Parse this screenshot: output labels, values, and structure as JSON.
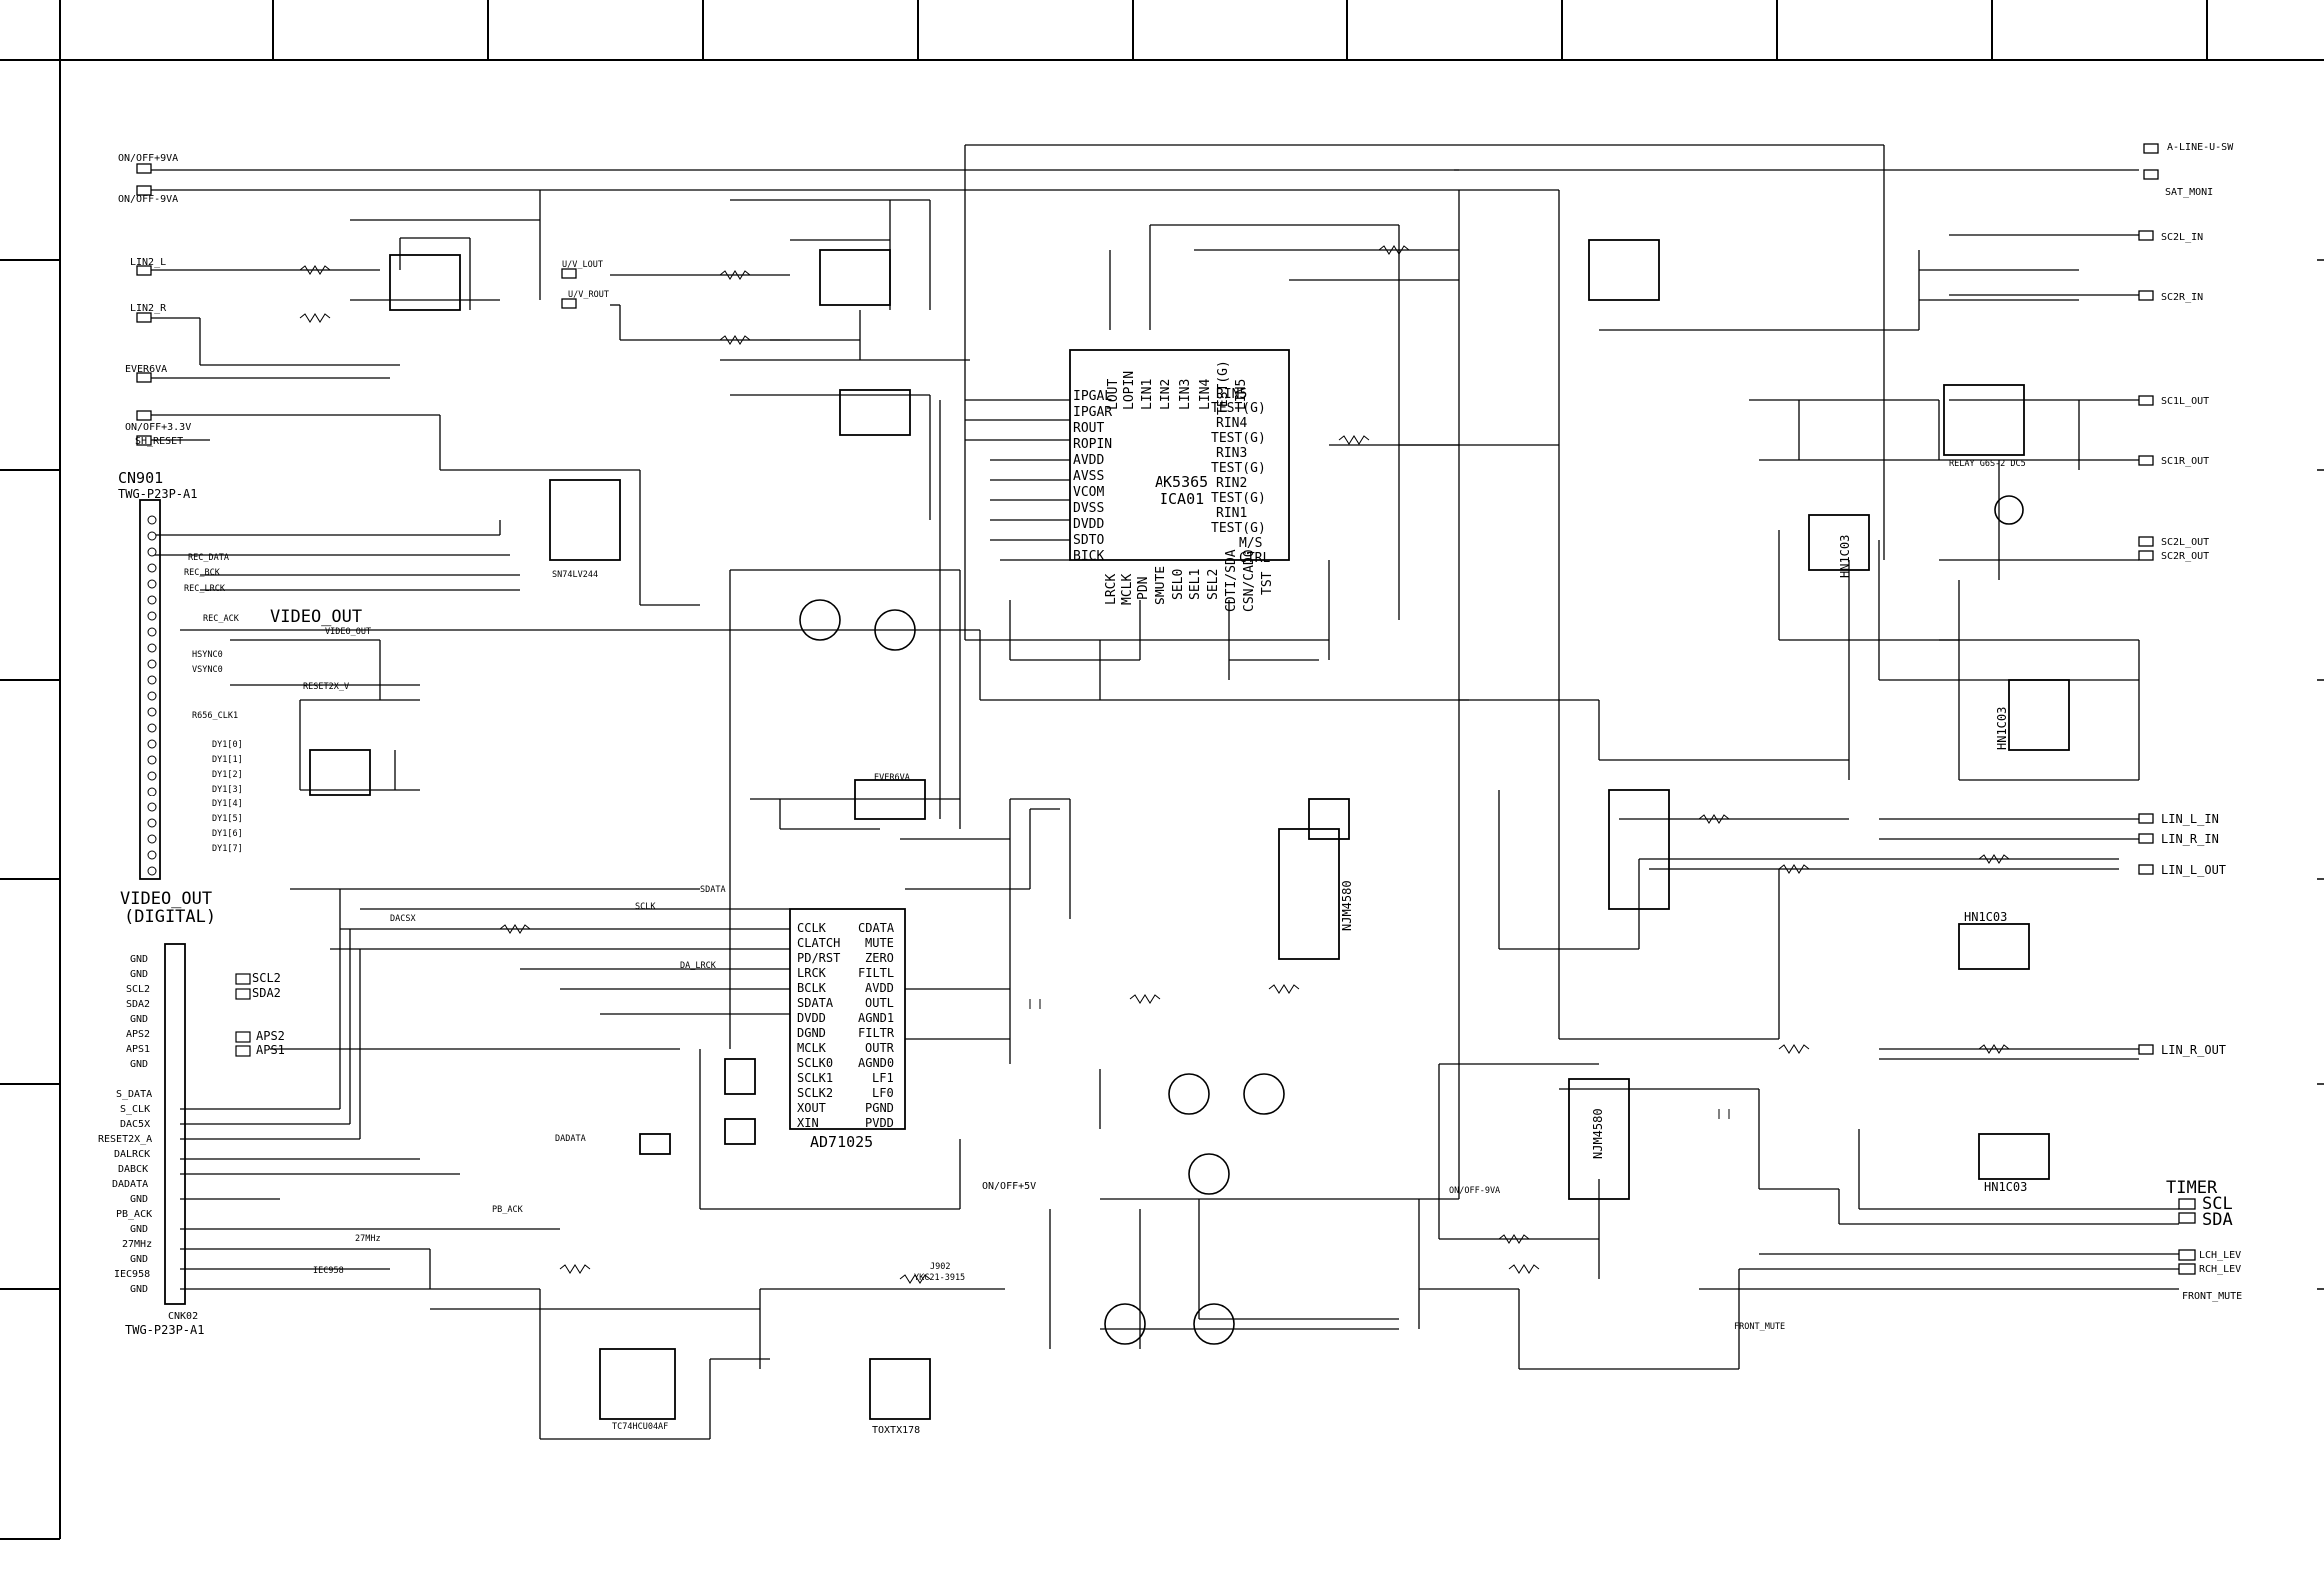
{
  "ics": {
    "ak5365": "AK5365",
    "ica01": "ICA01",
    "ad71025": "AD71025",
    "njm4580_1": "NJM4580",
    "njm4580_2": "NJM4580",
    "sn74lv244": "SN74LV244",
    "tc74hcu04af": "TC74HCU04AF",
    "toxtx178": "TOXTX178",
    "hn1c03_1": "HN1C03",
    "hn1c03_2": "HN1C03",
    "hn1c03_3": "HN1C03",
    "hn1c03_4": "HN1C03"
  },
  "ak5365_pins_left": [
    "IPGAL",
    "IPGAR",
    "ROUT",
    "ROPIN",
    "AVDD",
    "AVSS",
    "VCOM",
    "DVSS",
    "DVDD",
    "SDTO",
    "BICK"
  ],
  "ak5365_pins_right": [
    "RIN5",
    "TEST(G)",
    "TEST(G)",
    "RIN4",
    "TEST(G)",
    "RIN3",
    "TEST(G)",
    "RIN2",
    "TEST(G)",
    "RIN1",
    "M/S",
    "CTRL"
  ],
  "ak5365_pins_top": [
    "LOUT",
    "LOPIN",
    "LIN1",
    "LIN2",
    "LIN3",
    "LIN4",
    "TEST(G)",
    "LIN5"
  ],
  "ak5365_pins_bottom": [
    "LRCK",
    "MCLK",
    "PDN",
    "SMUTE",
    "SEL0",
    "SEL1",
    "SEL2",
    "CDTI/SDA",
    "CSN/CAD0",
    "TST"
  ],
  "ad71025_pins_left": [
    "CCLK",
    "CLATCH",
    "PD/RST",
    "LRCK",
    "BCLK",
    "SDATA",
    "DVDD",
    "DGND",
    "MCLK",
    "SCLK0",
    "SCLK1",
    "SCLK2",
    "XOUT",
    "XIN"
  ],
  "ad71025_pins_right": [
    "CDATA",
    "MUTE",
    "ZERO",
    "FILTL",
    "AVDD",
    "OUTL",
    "AGND1",
    "FILTR",
    "OUTR",
    "AGND0",
    "LF1",
    "LF0",
    "PGND",
    "PVDD"
  ],
  "signals_left": {
    "on_off_9va": "ON/OFF+9VA",
    "on_off_m9va": "ON/OFF-9VA",
    "lin2_l": "LIN2_L",
    "lin2_r": "LIN2_R",
    "ever6va": "EVER6VA",
    "on_off_33v": "ON/OFF+3.3V",
    "sh_reset": "SH_RESET"
  },
  "signals_right": {
    "a_line_u_sw": "A-LINE-U-SW",
    "sat_moni": "SAT_MONI",
    "sc2l_in": "SC2L_IN",
    "sc2r_in": "SC2R_IN",
    "sc1l_out": "SC1L_OUT",
    "sc1r_out": "SC1R_OUT",
    "sc2l_out": "SC2L_OUT",
    "sc2r_out": "SC2R_OUT",
    "lin_l_in": "LIN_L_IN",
    "lin_r_in": "LIN_R_IN",
    "lin_l_out": "LIN_L_OUT",
    "lin_r_out": "LIN_R_OUT",
    "timer": "TIMER",
    "scl": "SCL",
    "sda": "SDA",
    "lch_lev": "LCH_LEV",
    "rch_lev": "RCH_LEV",
    "front_mute": "FRONT_MUTE"
  },
  "cn901": {
    "title": "CN901",
    "part": "TWG-P23P-A1",
    "nets": [
      "REC_DATA",
      "REC_BCK",
      "REC_LRCK",
      "REC_ACK",
      "HSYNC0",
      "VSYNC0",
      "R656_CLK1",
      "DY1[0]",
      "DY1[1]",
      "DY1[2]",
      "DY1[3]",
      "DY1[4]",
      "DY1[5]",
      "DY1[6]",
      "DY1[7]"
    ],
    "video_out": "VIDEO_OUT",
    "reset": "RESET2X_V"
  },
  "cnk02": {
    "title": "CNK02",
    "part": "TWG-P23P-A1",
    "heading": "VIDEO_OUT",
    "sub": "(DIGITAL)",
    "pins": [
      "GND",
      "GND",
      "SCL2",
      "SDA2",
      "GND",
      "APS2",
      "APS1",
      "GND",
      "S_DATA",
      "S_CLK",
      "DAC5X",
      "RESET2X_A",
      "DALRCK",
      "DABCK",
      "DADATA",
      "GND",
      "PB_ACK",
      "GND",
      "27MHz",
      "GND",
      "IEC958",
      "GND"
    ],
    "side": [
      "SCL2",
      "SDA2",
      "APS2",
      "APS1"
    ]
  },
  "misc": {
    "u_v_lout": "U/V_LOUT",
    "u_v_rout": "U/V_ROUT",
    "on_off_45v": "ON/OFF+5V",
    "on_off_m9va2": "ON/OFF-9VA",
    "j902": "J902",
    "yk": "YKC21-3915",
    "relay": "RELAY G6S-2 DC5",
    "mhz": "27MHz",
    "iec": "IEC958",
    "sdata": "SDATA",
    "sclk": "SCLK",
    "dacsx": "DACSX",
    "da_lrck": "DA_LRCK",
    "dadata": "DADATA",
    "pb_ack": "PB_ACK",
    "ever6va2": "EVER6VA",
    "front_mute2": "FRONT_MUTE",
    "video_out2": "VIDEO_OUT"
  }
}
